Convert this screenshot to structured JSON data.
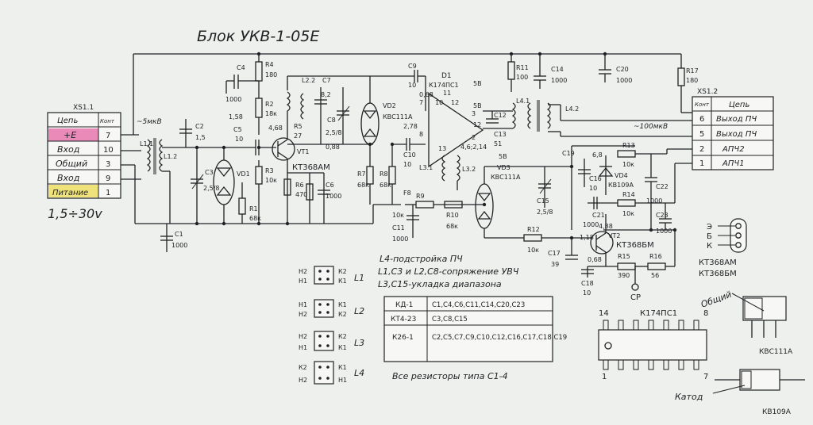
{
  "title": "Блок УКВ-1-05Е",
  "colors": {
    "paper": "#eef0ee",
    "ink": "#202224",
    "plus_highlight": "#e98ab9",
    "power_highlight": "#efe27a"
  },
  "connector_left": {
    "name": "XS1.1",
    "headers": [
      "Цепь",
      "Конт"
    ],
    "rows": [
      {
        "signal": "+Е",
        "pin": "7"
      },
      {
        "signal": "Вход",
        "pin": "10"
      },
      {
        "signal": "Общий",
        "pin": "3"
      },
      {
        "signal": "Вход",
        "pin": "9"
      },
      {
        "signal": "Питание",
        "pin": "1"
      }
    ],
    "voltage_note": "1,5÷30v",
    "level_note": "~5мкВ"
  },
  "connector_right": {
    "name": "XS1.2",
    "headers": [
      "Конт",
      "Цепь"
    ],
    "rows": [
      {
        "pin": "6",
        "signal": "Выход ПЧ"
      },
      {
        "pin": "5",
        "signal": "Выход ПЧ"
      },
      {
        "pin": "2",
        "signal": "АПЧ2"
      },
      {
        "pin": "1",
        "signal": "АПЧ1"
      }
    ],
    "level_note": "~100мкВ"
  },
  "components": {
    "R4": "180",
    "C4": "1000",
    "L2_2": "L2.2",
    "C7": "8,2",
    "C9": "10",
    "C14": "1000",
    "C20": "1000",
    "R11": "100",
    "R17": "180",
    "R2": "18к",
    "R5": "27",
    "C5": "10",
    "VT1": "VT1",
    "VT1_type": "КТ368АМ",
    "R3": "10к",
    "R6": "470",
    "C6": "1000",
    "C8": "2,5/8",
    "VD1": "VD1",
    "VD2": "VD2",
    "VD2_type": "КВС111А",
    "R7": "68к",
    "R8": "68к",
    "F8": "F8",
    "C10": "10",
    "R9": "10к",
    "C11": "1000",
    "R10": "68к",
    "D1": "D1",
    "D1_type": "К174ПС1",
    "L3_1": "L3.1",
    "L3_2": "L3.2",
    "VD3": "VD3",
    "VD3_type": "КВС111А",
    "C15": "2,5/8",
    "L4_1": "L4.1",
    "L4_2": "L4.2",
    "C12": "12",
    "C13": "51",
    "C19": "C19",
    "C16": "10",
    "C21": "1000",
    "C22": "1000",
    "C23": "1000",
    "R13": "10к",
    "R14": "10к",
    "VD4": "VD4",
    "VD4_type": "КВ109А",
    "R12": "10к",
    "C17": "39",
    "C18": "10",
    "VT2": "VT2",
    "VT2_type": "КТ368БМ",
    "R15": "390",
    "R16": "56",
    "R1": "68к",
    "C1": "1000",
    "C2": "1,5",
    "C3": "2,5/8",
    "L1_1": "L1.1",
    "L1_2": "L1.2",
    "CP": "CP"
  },
  "voltages": [
    "1,58",
    "4,68",
    "0,88",
    "0,68",
    "2,78",
    "5В",
    "5В",
    "5В",
    "4,6;2,14",
    "6,8",
    "4,88",
    "1,18",
    "0,68"
  ],
  "notes": [
    "L4-подстройка ПЧ",
    "L1,C3 и L2,C8-сопряжение УВЧ",
    "L3,C15-укладка диапазона"
  ],
  "capacitor_table": [
    {
      "type": "КД-1",
      "list": "C1,C4,C6,C11,C14,C20,C23"
    },
    {
      "type": "КТ4-23",
      "list": "C3,C8,C15"
    },
    {
      "type": "К26-1",
      "list": "C2,C5,C7,C9,C10,C12,C16,C17,C18,C19"
    }
  ],
  "resistor_note": "Все резисторы типа С1-4",
  "coils": [
    {
      "label": "L1",
      "top": [
        "Н2",
        "К2"
      ],
      "bottom": [
        "Н1",
        "К1"
      ]
    },
    {
      "label": "L2",
      "top": [
        "Н1",
        "К1"
      ],
      "bottom": [
        "Н2",
        "К2"
      ]
    },
    {
      "label": "L3",
      "top": [
        "Н2",
        "К2"
      ],
      "bottom": [
        "Н1",
        "К1"
      ]
    },
    {
      "label": "L4",
      "top": [
        "К2",
        "К1"
      ],
      "bottom": [
        "Н2",
        "Н1"
      ]
    }
  ],
  "transistor_pinout": {
    "pins": [
      "Э",
      "Б",
      "К"
    ],
    "types": [
      "КТ368АМ",
      "КТ368БМ"
    ]
  },
  "ic_pinout": {
    "name": "К174ПС1",
    "pin_tl": "14",
    "pin_tr": "8",
    "pin_bl": "1",
    "pin_br": "7"
  },
  "diode_pinout": [
    {
      "type": "КВС111А",
      "label": "Общий"
    },
    {
      "type": "КВ109А",
      "label": "Катод"
    }
  ]
}
